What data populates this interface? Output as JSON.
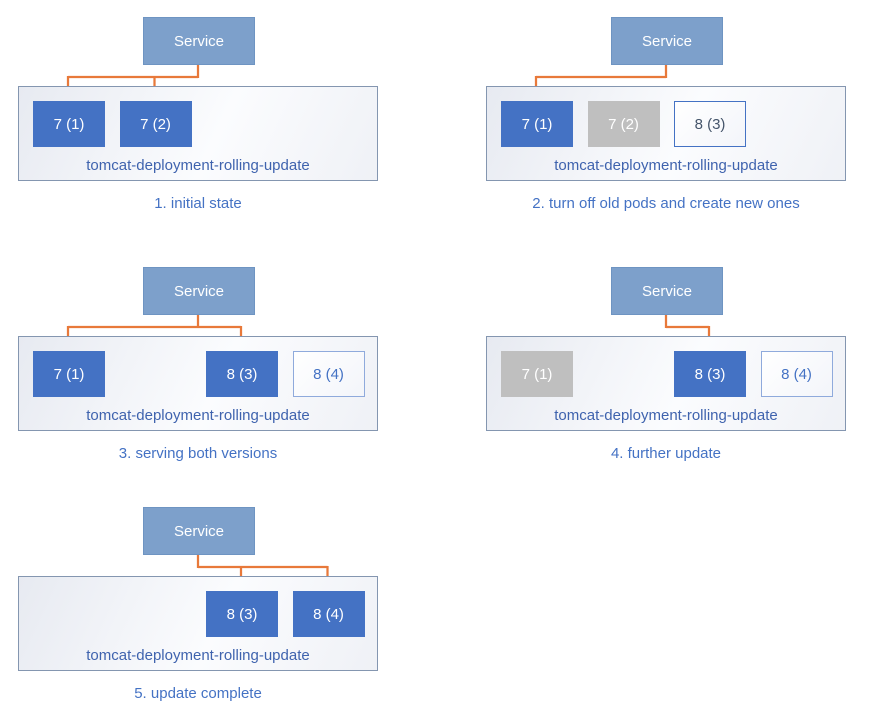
{
  "diagram": {
    "colors": {
      "service_fill": "#7DA0CB",
      "service_border": "#6E94C2",
      "service_text": "#FFFFFF",
      "pod_active_fill": "#4472C4",
      "pod_active_text": "#FFFFFF",
      "pod_terminated_fill": "#BFBFBF",
      "pod_terminated_text": "#FFFFFF",
      "pod_new_border": "#4472C4",
      "pod_new_text": "#44546A",
      "pod_new_light_border": "#8FAADC",
      "pod_new_light_text": "#4472C4",
      "deployment_border": "#8496B0",
      "deployment_label_color": "#3F63AE",
      "caption_color": "#4472C4",
      "arrow_color": "#E8793A"
    },
    "panels": [
      {
        "caption": "1. initial state",
        "service_label": "Service",
        "deployment_label": "tomcat-deployment-rolling-update",
        "pods": [
          {
            "label": "7 (1)",
            "state": "active",
            "slot": 0
          },
          {
            "label": "7 (2)",
            "state": "active",
            "slot": 1
          }
        ],
        "arrow_targets": [
          0,
          1
        ]
      },
      {
        "caption": "2. turn off old pods and create new ones",
        "service_label": "Service",
        "deployment_label": "tomcat-deployment-rolling-update",
        "pods": [
          {
            "label": "7 (1)",
            "state": "active",
            "slot": 0
          },
          {
            "label": "7 (2)",
            "state": "terminated",
            "slot": 1
          },
          {
            "label": "8 (3)",
            "state": "new",
            "slot": 2
          }
        ],
        "arrow_targets": [
          0
        ]
      },
      {
        "caption": "3. serving both versions",
        "service_label": "Service",
        "deployment_label": "tomcat-deployment-rolling-update",
        "pods": [
          {
            "label": "7 (1)",
            "state": "active",
            "slot": 0
          },
          {
            "label": "8 (3)",
            "state": "active",
            "slot": 2
          },
          {
            "label": "8 (4)",
            "state": "new_light",
            "slot": 3
          }
        ],
        "arrow_targets": [
          0,
          1
        ]
      },
      {
        "caption": "4. further update",
        "service_label": "Service",
        "deployment_label": "tomcat-deployment-rolling-update",
        "pods": [
          {
            "label": "7 (1)",
            "state": "terminated",
            "slot": 0
          },
          {
            "label": "8 (3)",
            "state": "active",
            "slot": 2
          },
          {
            "label": "8 (4)",
            "state": "new_light",
            "slot": 3
          }
        ],
        "arrow_targets": [
          1
        ]
      },
      {
        "caption": "5. update complete",
        "service_label": "Service",
        "deployment_label": "tomcat-deployment-rolling-update",
        "pods": [
          {
            "label": "8 (3)",
            "state": "active",
            "slot": 2
          },
          {
            "label": "8 (4)",
            "state": "active",
            "slot": 3
          }
        ],
        "arrow_targets": [
          0,
          1
        ]
      }
    ]
  }
}
